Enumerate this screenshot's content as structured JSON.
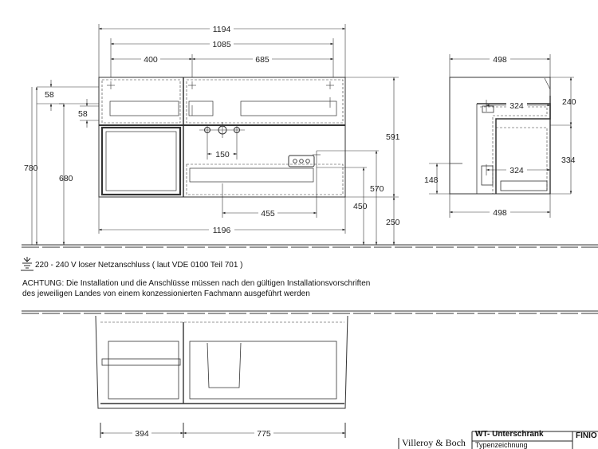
{
  "dimensions": {
    "overall_width_top": "1194",
    "inner_width": "1085",
    "left_offset": "400",
    "right_offset": "685",
    "top_depth_a": "58",
    "top_depth_b": "58",
    "height_total": "780",
    "height_mid": "680",
    "tap_spacing": "150",
    "socket_offset": "455",
    "height_591": "591",
    "height_570": "570",
    "height_450": "450",
    "height_250": "250",
    "bottom_width": "1196",
    "side_depth_top": "498",
    "side_inner_top": "324",
    "side_height_240": "240",
    "side_height_334": "334",
    "side_inner_bottom": "324",
    "side_height_148": "148",
    "side_depth_bottom": "498",
    "plan_left": "394",
    "plan_right": "775"
  },
  "notes": {
    "power": "220 - 240 V loser Netzanschluss ( laut VDE 0100 Teil 701 )",
    "warning_line1": "ACHTUNG: Die Installation und die Anschlüsse müssen nach den gültigen Installationsvorschriften",
    "warning_line2": "des jeweiligen Landes von einem konzessionierten Fachmann ausgeführt werden"
  },
  "title_block": {
    "brand": "Villeroy & Boch",
    "product": "WT- Unterschrank",
    "doc_type": "Typenzeichnung",
    "finish": "FINIO"
  }
}
